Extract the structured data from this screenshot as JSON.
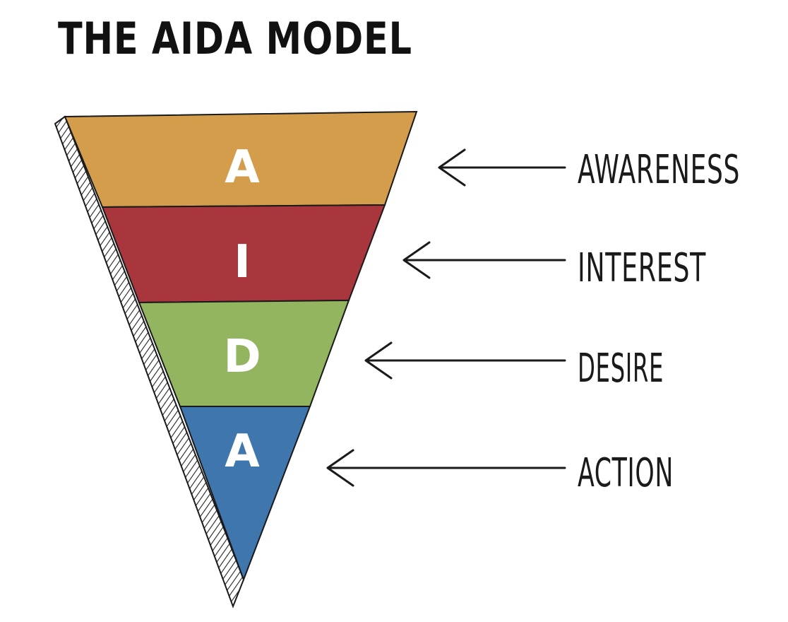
{
  "title": "THE AIDA MODEL",
  "funnel": {
    "stages": [
      {
        "letter": "A",
        "label": "AWARENESS",
        "color": "#d39d4c"
      },
      {
        "letter": "I",
        "label": "INTEREST",
        "color": "#a9353d"
      },
      {
        "letter": "D",
        "label": "DESIRE",
        "color": "#93b55f"
      },
      {
        "letter": "A",
        "label": "ACTION",
        "color": "#3f76ae"
      }
    ],
    "side_color": "#ffffff",
    "hatch_color": "#222222",
    "outline_color": "#1a1a1a"
  }
}
